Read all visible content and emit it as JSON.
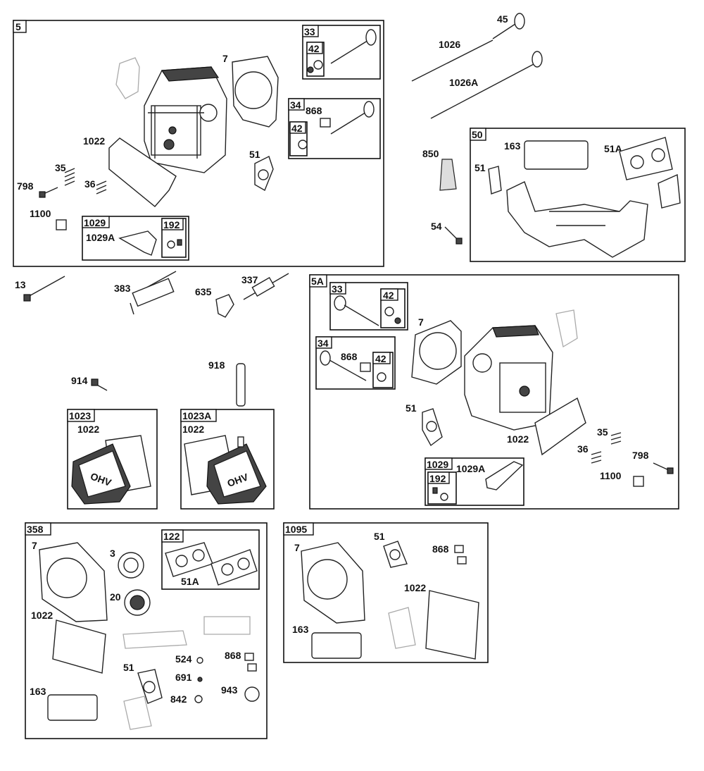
{
  "groups": {
    "g5": "5",
    "g33a": "33",
    "g42a": "42",
    "g34a": "34",
    "g42b": "42",
    "g1029a": "1029",
    "g192a": "192",
    "g50": "50",
    "g5A": "5A",
    "g33b": "33",
    "g42c": "42",
    "g34b": "34",
    "g42d": "42",
    "g1029b": "1029",
    "g192b": "192",
    "g1023": "1023",
    "g1023A": "1023A",
    "g358": "358",
    "g122": "122",
    "g1095": "1095"
  },
  "labels": {
    "p7a": "7",
    "p868a": "868",
    "p1022a": "1022",
    "p35a": "35",
    "p798a": "798",
    "p36a": "36",
    "p51a": "51",
    "p1100a": "1100",
    "p1029Aa": "1029A",
    "p45": "45",
    "p1026": "1026",
    "p1026A": "1026A",
    "p850": "850",
    "p163a": "163",
    "p51Aa": "51A",
    "p51b": "51",
    "p54": "54",
    "p13": "13",
    "p383": "383",
    "p635": "635",
    "p337": "337",
    "p918": "918",
    "p914": "914",
    "p1022b": "1022",
    "p1022c": "1022",
    "p7b": "7",
    "p868b": "868",
    "p51c": "51",
    "p1022d": "1022",
    "p35b": "35",
    "p36b": "36",
    "p798b": "798",
    "p1100b": "1100",
    "p1029Ab": "1029A",
    "p7c": "7",
    "p3": "3",
    "p20": "20",
    "p51Ab": "51A",
    "p1022e": "1022",
    "p524": "524",
    "p868c": "868",
    "p691": "691",
    "p51d": "51",
    "p943": "943",
    "p842": "842",
    "p163b": "163",
    "p7d": "7",
    "p51e": "51",
    "p868d": "868",
    "p1022f": "1022",
    "p163c": "163"
  },
  "valve_cover_text": "OHV"
}
